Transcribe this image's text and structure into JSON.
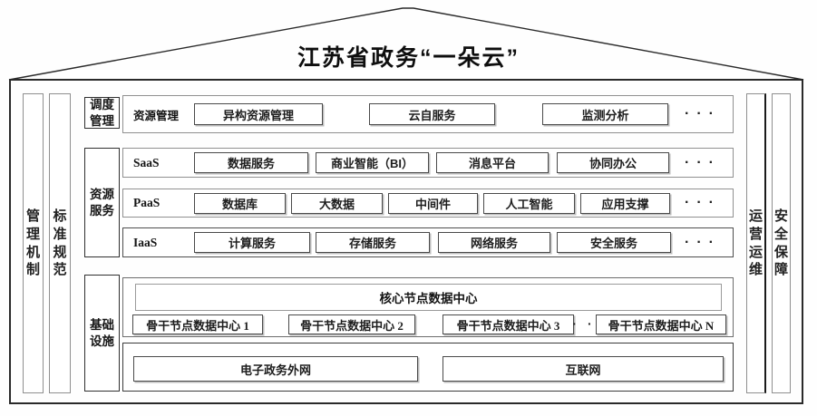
{
  "title": "江苏省政务“一朵云”",
  "pillars": {
    "management": "管理机制",
    "standards": "标准规范",
    "operations": "运营运维",
    "security": "安全保障"
  },
  "scheduling": {
    "section_label": "调度管理",
    "row_label": "资源管理",
    "items": [
      "异构资源管理",
      "云自服务",
      "监测分析"
    ],
    "ellipsis": "···"
  },
  "resource_services": {
    "section_label": "资源服务",
    "rows": [
      {
        "label": "SaaS",
        "items": [
          "数据服务",
          "商业智能（BI）",
          "消息平台",
          "协同办公"
        ],
        "ellipsis": "···"
      },
      {
        "label": "PaaS",
        "items": [
          "数据库",
          "大数据",
          "中间件",
          "人工智能",
          "应用支撑"
        ],
        "ellipsis": "···"
      },
      {
        "label": "IaaS",
        "items": [
          "计算服务",
          "存储服务",
          "网络服务",
          "安全服务"
        ],
        "ellipsis": "···"
      }
    ]
  },
  "infrastructure": {
    "section_label": "基础设施",
    "core_label": "核心节点数据中心",
    "backbone_items": [
      "骨干节点数据中心 1",
      "骨干节点数据中心 2",
      "骨干节点数据中心 3"
    ],
    "backbone_ellipsis": "· ·",
    "backbone_last": "骨干节点数据中心 N",
    "network_items": [
      "电子政务外网",
      "互联网"
    ]
  }
}
